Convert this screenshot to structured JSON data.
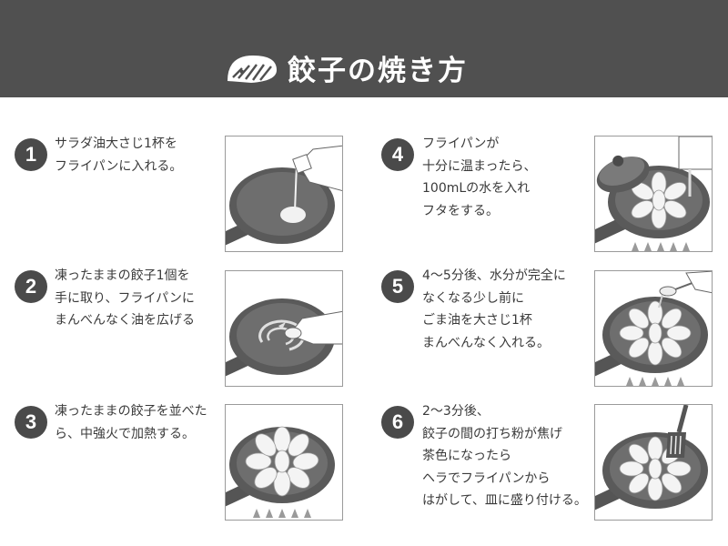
{
  "header": {
    "title": "餃子の焼き方",
    "logo_icon": "gyoza-icon"
  },
  "colors": {
    "header_bg": "#505050",
    "pan": "#5a5a5a",
    "number_badge": "#4a4a4a"
  },
  "steps": [
    {
      "number": "1",
      "lines": [
        "サラダ油大さじ1杯を",
        "フライパンに入れる。"
      ],
      "illustration": "oil-pour-illustration"
    },
    {
      "number": "2",
      "lines": [
        "凍ったままの餃子1個を",
        "手に取り、フライパンに",
        "まんべんなく油を広げる"
      ],
      "illustration": "spread-oil-illustration"
    },
    {
      "number": "3",
      "lines": [
        "凍ったままの餃子を並べた",
        "ら、中強火で加熱する。"
      ],
      "illustration": "heat-gyoza-illustration"
    },
    {
      "number": "4",
      "lines": [
        "フライパンが",
        "十分に温まったら、",
        "100mLの水を入れ",
        "フタをする。"
      ],
      "illustration": "add-water-lid-illustration"
    },
    {
      "number": "5",
      "lines": [
        "4～5分後、水分が完全に",
        "なくなる少し前に",
        "ごま油を大さじ1杯",
        "まんべんなく入れる。"
      ],
      "illustration": "sesame-oil-illustration"
    },
    {
      "number": "6",
      "lines": [
        "2～3分後、",
        "餃子の間の打ち粉が焦げ",
        "茶色になったら",
        "ヘラでフライパンから",
        "はがして、皿に盛り付ける。"
      ],
      "illustration": "serve-spatula-illustration"
    }
  ]
}
